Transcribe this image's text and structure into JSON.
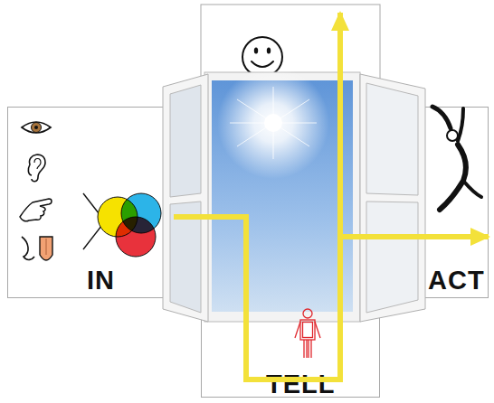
{
  "diagram": {
    "nodes": [
      {
        "text": [
          "IN"
        ]
      },
      {
        "text": [
          "ACT"
        ]
      },
      {
        "text": [
          "TELL"
        ]
      }
    ],
    "edges": [
      {
        "from": 0,
        "to": 2,
        "arrow": "none"
      },
      {
        "from": 2,
        "to": 1,
        "arrow": "to"
      }
    ]
  }
}
